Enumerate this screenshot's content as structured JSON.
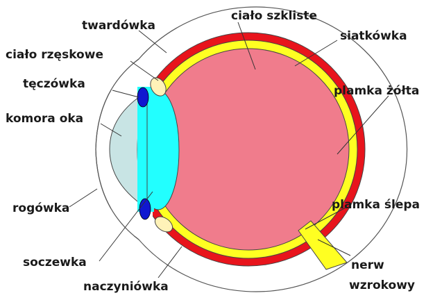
{
  "diagram": {
    "labels": {
      "twardowka": "twardówka",
      "cialo_szkliste": "ciało szkliste",
      "siatkowka": "siatkówka",
      "cialo_rzeskowe": "ciało rzęskowe",
      "teczowka": "tęczówka",
      "plamka_zolta": "plamka żółta",
      "komora_oka": "komora oka",
      "rogowka": "rogówka",
      "plamka_slepa": "plamka ślepa",
      "soczewka": "soczewka",
      "nerw_line1": "nerw",
      "nerw_line2": "wzrokowy",
      "naczyniowka": "naczyniówka"
    },
    "colors": {
      "sclera": "#ffffff",
      "choroid": "#e8141c",
      "retina": "#ffff22",
      "vitreous": "#f07c8c",
      "lens": "#22ffff",
      "anterior_chamber": "#c8e4e4",
      "iris": "#1018d0",
      "ciliary": "#fff2b8",
      "outline": "#333333"
    }
  }
}
